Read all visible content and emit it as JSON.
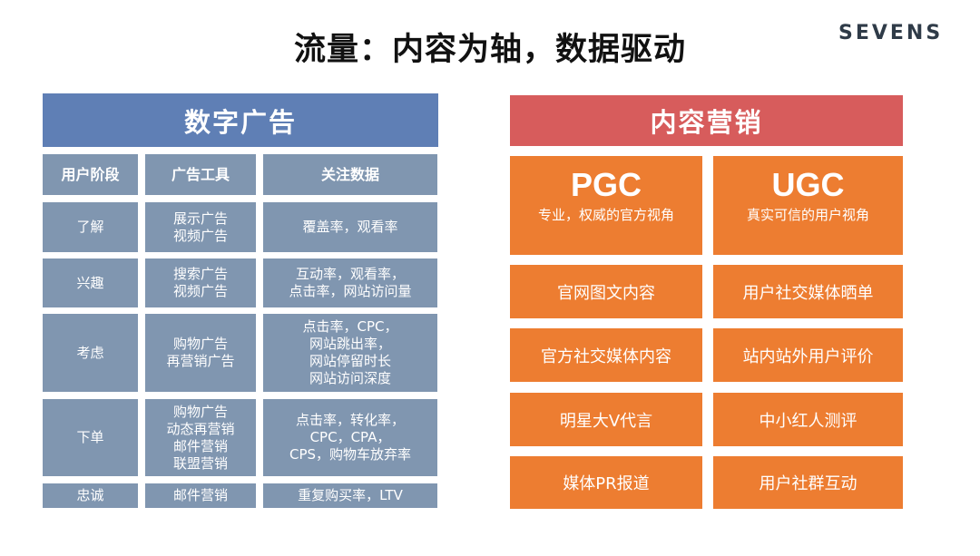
{
  "title": "流量：内容为轴，数据驱动",
  "logo": "SEVENS",
  "digital": {
    "header": "数字广告",
    "columns": [
      "用户阶段",
      "广告工具",
      "关注数据"
    ],
    "rows": [
      {
        "stage": "了解",
        "tools": "展示广告\n视频广告",
        "metrics": "覆盖率，观看率"
      },
      {
        "stage": "兴趣",
        "tools": "搜索广告\n视频广告",
        "metrics": "互动率，观看率，\n点击率，网站访问量"
      },
      {
        "stage": "考虑",
        "tools": "购物广告\n再营销广告",
        "metrics": "点击率，CPC，\n网站跳出率，\n网站停留时长\n网站访问深度"
      },
      {
        "stage": "下单",
        "tools": "购物广告\n动态再营销\n邮件营销\n联盟营销",
        "metrics": "点击率，转化率，\nCPC，CPA，\nCPS，购物车放弃率"
      },
      {
        "stage": "忠诚",
        "tools": "邮件营销",
        "metrics": "重复购买率，LTV"
      }
    ]
  },
  "content": {
    "header": "内容营销",
    "pgc": {
      "title": "PGC",
      "subtitle": "专业，权威的官方视角"
    },
    "ugc": {
      "title": "UGC",
      "subtitle": "真实可信的用户视角"
    },
    "pgc_items": [
      "官网图文内容",
      "官方社交媒体内容",
      "明星大V代言",
      "媒体PR报道"
    ],
    "ugc_items": [
      "用户社交媒体晒单",
      "站内站外用户评价",
      "中小红人测评",
      "用户社群互动"
    ]
  }
}
